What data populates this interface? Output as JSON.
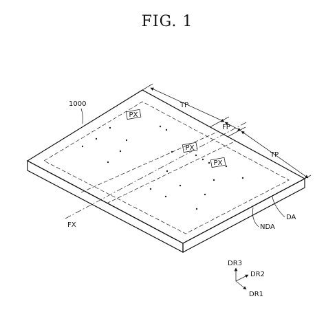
{
  "figure": {
    "title": "FIG. 1"
  },
  "labels": {
    "device": "1000",
    "tp_top": "TP",
    "fp": "FP",
    "tp_right": "TP",
    "fx": "FX",
    "nda": "NDA",
    "da": "DA",
    "px_1": "PX",
    "px_2": "PX",
    "px_3": "PX"
  },
  "axes": {
    "dr1": "DR1",
    "dr2": "DR2",
    "dr3": "DR3"
  }
}
